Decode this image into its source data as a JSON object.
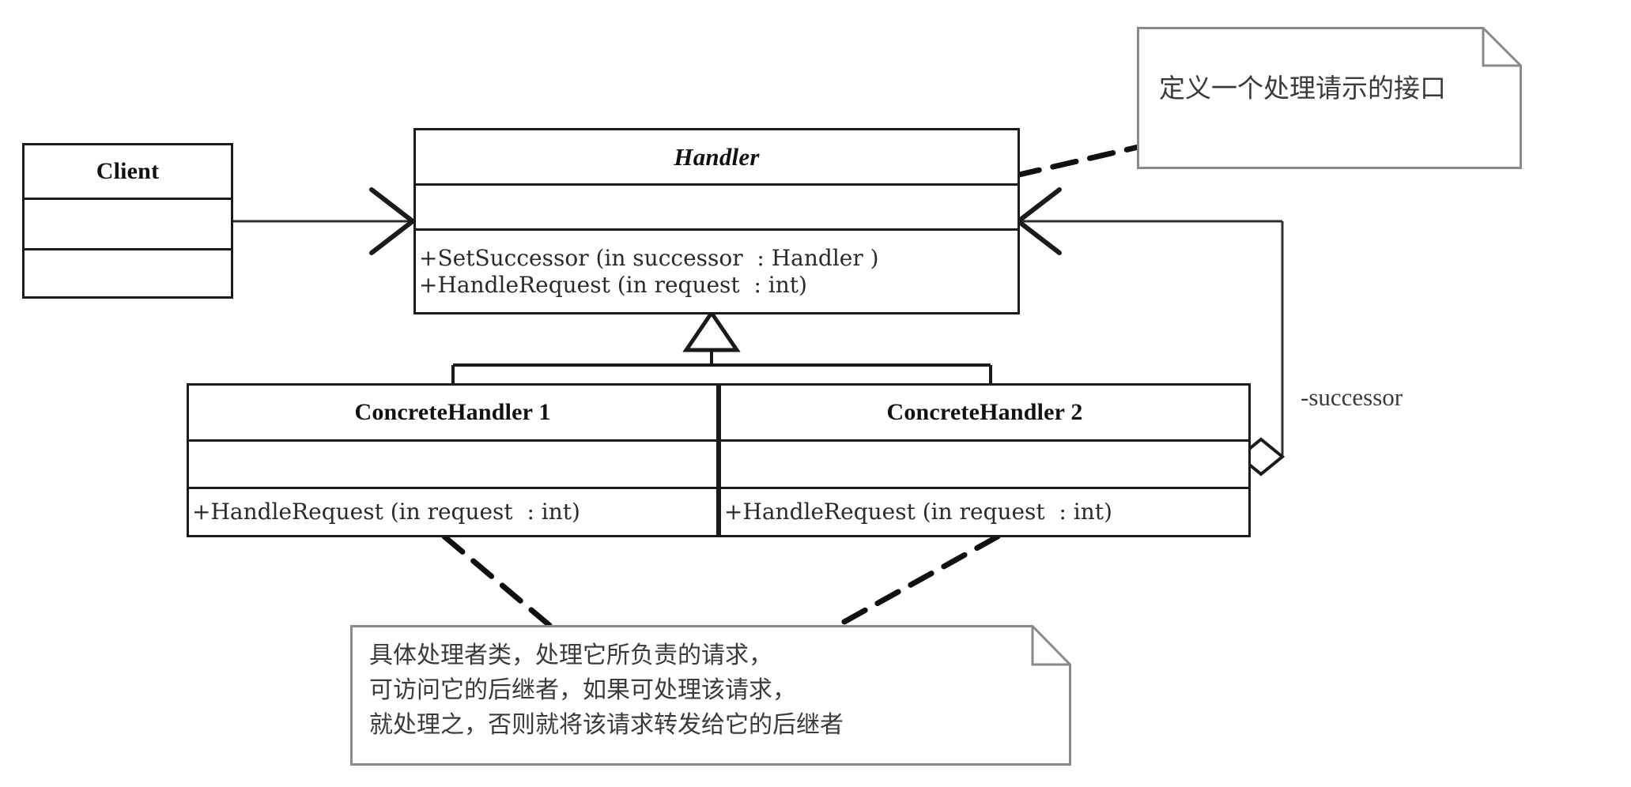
{
  "diagram": {
    "type": "uml-class-diagram",
    "title": "Chain of Responsibility pattern class diagram",
    "background": "#ffffff",
    "line_color": "#1b1b1b",
    "note_border_color": "#8a8a8a",
    "text_color": "#111111"
  },
  "classes": [
    {
      "id": "client",
      "name": "Client",
      "abstract": false,
      "attributes": [],
      "operations": []
    },
    {
      "id": "handler",
      "name": "Handler",
      "abstract": true,
      "attributes": [],
      "operations": [
        "+SetSuccessor (in successor  : Handler )",
        "+HandleRequest (in request  : int)"
      ]
    },
    {
      "id": "concrete1",
      "name": "ConcreteHandler 1",
      "abstract": false,
      "attributes": [],
      "operations": [
        "+HandleRequest (in request  : int)"
      ]
    },
    {
      "id": "concrete2",
      "name": "ConcreteHandler 2",
      "abstract": false,
      "attributes": [],
      "operations": [
        "+HandleRequest (in request  : int)"
      ]
    }
  ],
  "notes": [
    {
      "id": "note-handler",
      "text": "定义一个处理请示的接口",
      "attached_to": "handler"
    },
    {
      "id": "note-concrete",
      "text": "具体处理者类，处理它所负责的请求，\n可访问它的后继者，如果可处理该请求，\n就处理之，否则就将该请求转发给它的后继者",
      "attached_to": "concrete1, concrete2"
    }
  ],
  "relations": [
    {
      "id": "client-handler",
      "kind": "association",
      "from": "client",
      "to": "handler",
      "label": ""
    },
    {
      "id": "handler-successor",
      "kind": "aggregation",
      "from": "concrete2",
      "to": "handler",
      "label": "-successor"
    },
    {
      "id": "generalization-1",
      "kind": "generalization",
      "from": "concrete1",
      "to": "handler",
      "label": ""
    },
    {
      "id": "generalization-2",
      "kind": "generalization",
      "from": "concrete2",
      "to": "handler",
      "label": ""
    },
    {
      "id": "note-link-1",
      "kind": "note-anchor",
      "from": "note-handler",
      "to": "handler",
      "label": ""
    },
    {
      "id": "note-link-2",
      "kind": "note-anchor",
      "from": "note-concrete",
      "to": "concrete1",
      "label": ""
    },
    {
      "id": "note-link-3",
      "kind": "note-anchor",
      "from": "note-concrete",
      "to": "concrete2",
      "label": ""
    }
  ]
}
